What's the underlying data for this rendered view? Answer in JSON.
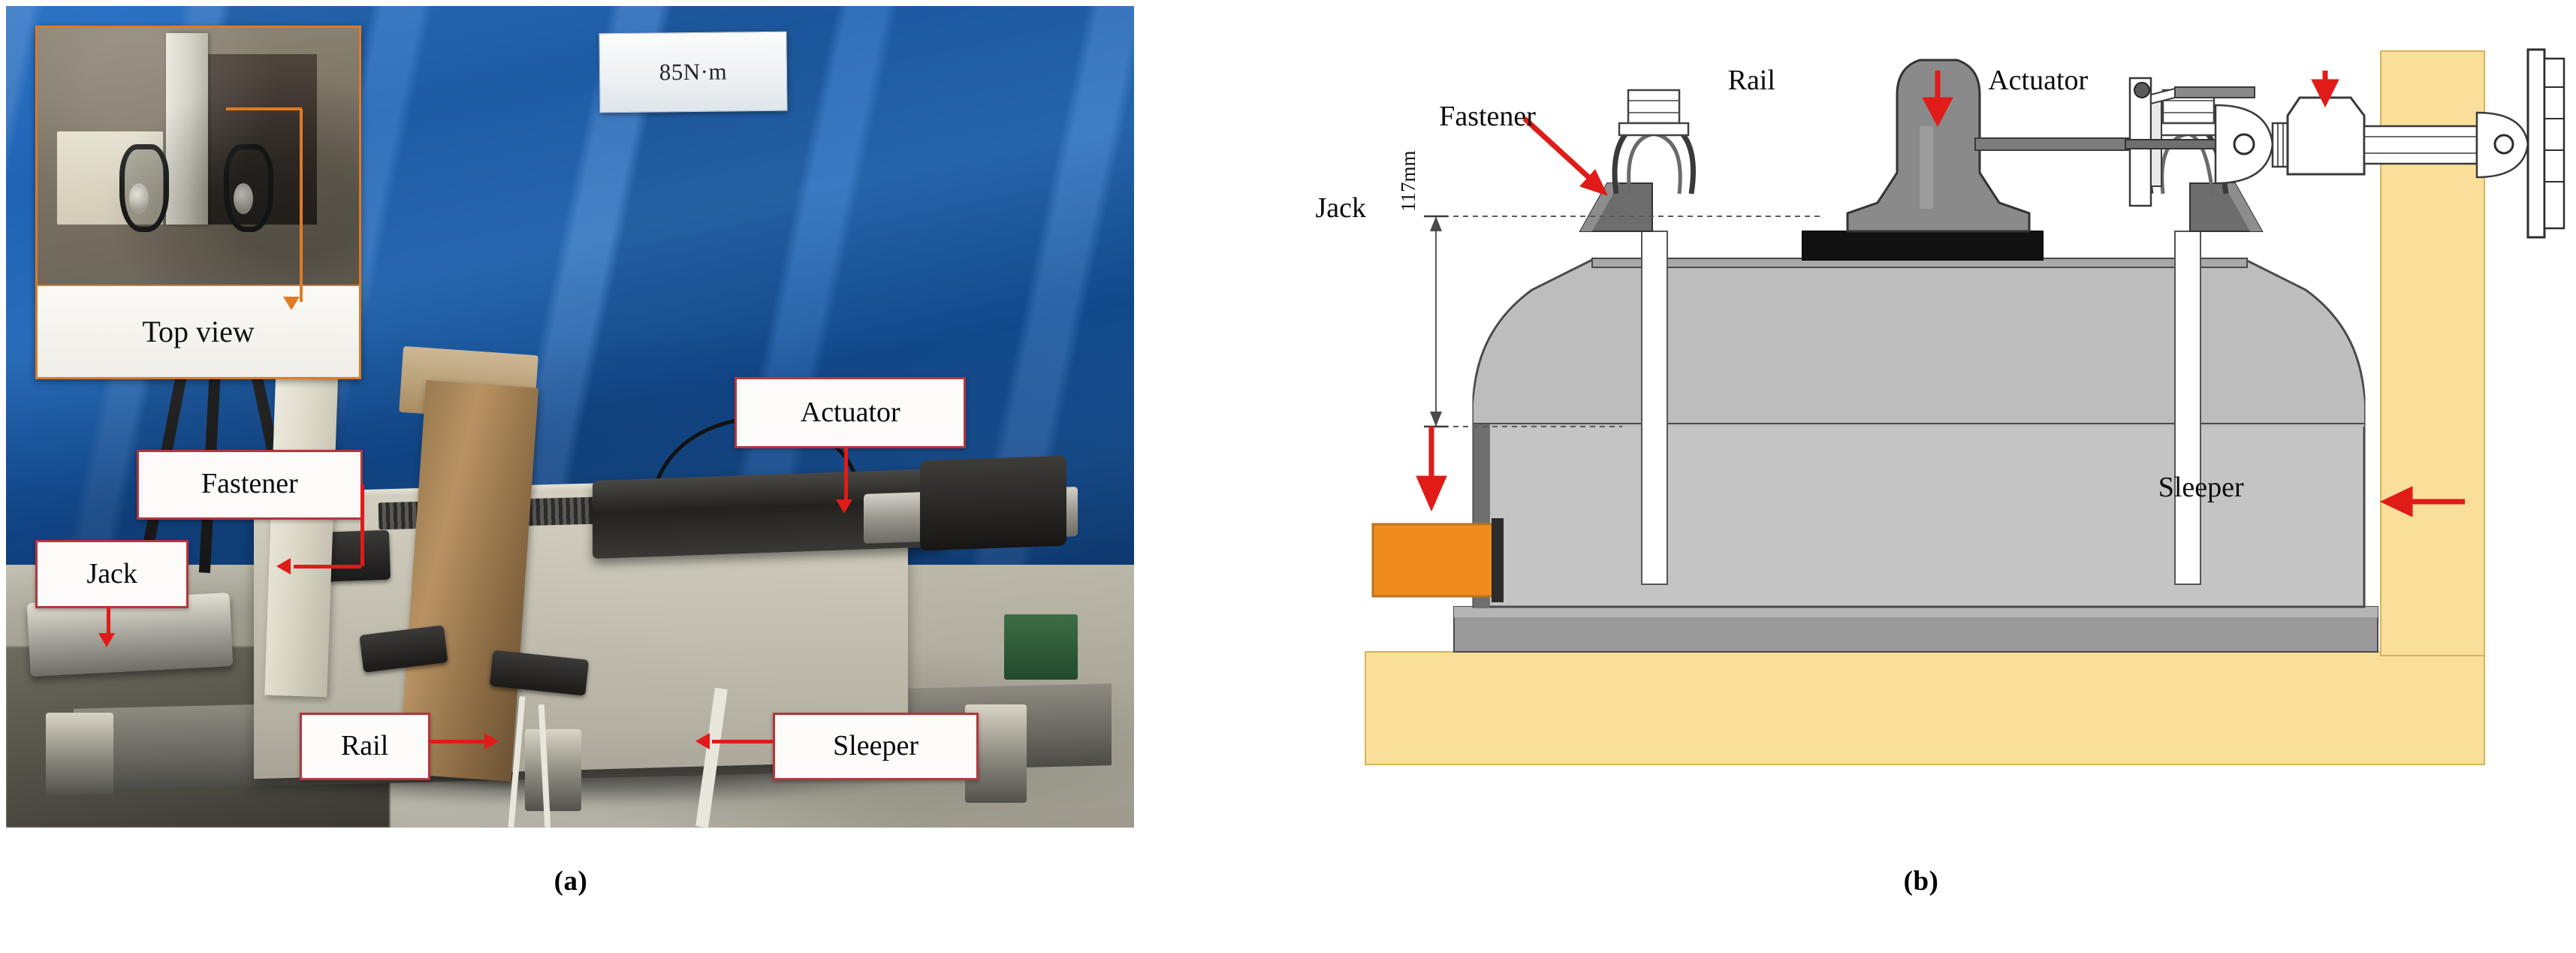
{
  "figure": {
    "captions": {
      "panel_a": "(a)",
      "panel_b": "(b)"
    }
  },
  "panel_a": {
    "name": "experimental-setup-photograph",
    "placard": {
      "text": "85N·m"
    },
    "inset": {
      "caption": "Top view",
      "border_color": "#e07b22"
    },
    "labels": [
      {
        "key": "actuator",
        "text": "Actuator"
      },
      {
        "key": "fastener",
        "text": "Fastener"
      },
      {
        "key": "jack",
        "text": "Jack"
      },
      {
        "key": "rail",
        "text": "Rail"
      },
      {
        "key": "sleeper",
        "text": "Sleeper"
      }
    ],
    "colors": {
      "label_border": "#b4363c",
      "label_fill": "#fdfafa",
      "arrow": "#e01b18",
      "backdrop_blue": "#1f63b4",
      "concrete": "#bdbaab"
    }
  },
  "panel_b": {
    "name": "test-rig-schematic",
    "labels": [
      {
        "key": "fastener",
        "text": "Fastener"
      },
      {
        "key": "rail",
        "text": "Rail"
      },
      {
        "key": "actuator",
        "text": "Actuator"
      },
      {
        "key": "jack",
        "text": "Jack"
      },
      {
        "key": "sleeper",
        "text": "Sleeper"
      }
    ],
    "dimension": {
      "text": "117mm",
      "orientation": "vertical"
    },
    "colors": {
      "arrow": "#e01b18",
      "sleeper_fill": "#bfbfbf",
      "sleeper_shade": "#8c8c8c",
      "rail_fill": "#8a8a8a",
      "pad_fill": "#1a1a1a",
      "jack_fill": "#f08b1d",
      "ground_fill": "#fadf9a",
      "outline": "#3c3c3c"
    }
  }
}
